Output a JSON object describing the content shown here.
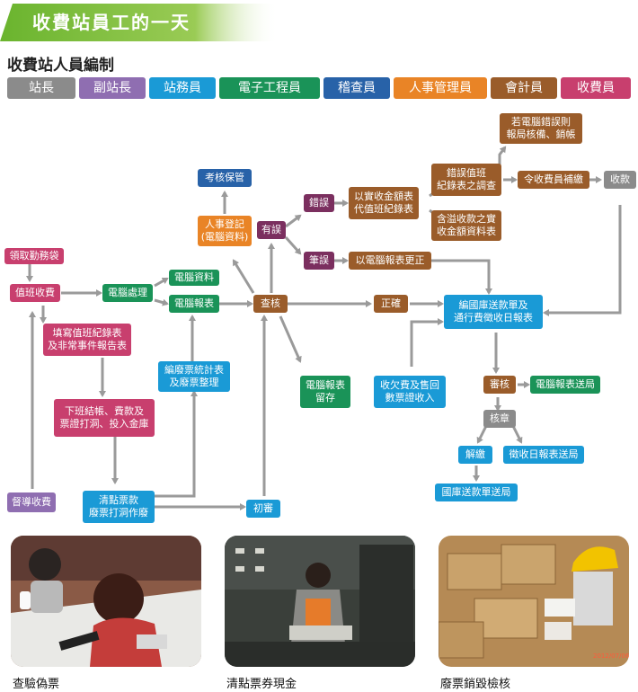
{
  "header": {
    "title": "收費站員工的一天"
  },
  "staffing": {
    "title": "收費站人員編制",
    "roles": [
      {
        "label": "站長",
        "color": "#8b8b8b"
      },
      {
        "label": "副站長",
        "color": "#8f6eb1"
      },
      {
        "label": "站務員",
        "color": "#1a9ad6"
      },
      {
        "label": "電子工程員",
        "color": "#1a9358"
      },
      {
        "label": "稽查員",
        "color": "#2862a8"
      },
      {
        "label": "人事管理員",
        "color": "#e98426"
      },
      {
        "label": "會計員",
        "color": "#9a5c2a"
      },
      {
        "label": "收費員",
        "color": "#c83f6e"
      }
    ]
  },
  "flow": {
    "collect_duty_bag": "領取勤務袋",
    "shift_collect": "值班收費",
    "fill_records": "填寫值班紀錄表\n及非常事件報告表",
    "end_shift": "下班結帳、費款及\n票證打洞、投入金庫",
    "supervise": "督導收費",
    "count_tickets": "清點票款\n廢票打洞作廢",
    "computer_process": "電腦處理",
    "computer_data": "電腦資料",
    "computer_report": "電腦報表",
    "compile_stats": "編廢票統計表\n及廢票整理",
    "first_review": "初審",
    "audit": "查核",
    "hr_register": "人事登記\n(電腦資料)",
    "review_keep": "考核保管",
    "has_error": "有誤",
    "error": "錯誤",
    "clerical_error": "筆誤",
    "replace_record": "以實收金額表\n代值班紀錄表",
    "correct_by_report": "以電腦報表更正",
    "investigate": "錯誤值班\n紀錄表之調查",
    "overage_table": "含溢收款之實\n收金額資料表",
    "computer_error": "若電腦錯誤則\n報局核備、銷帳",
    "order_makeup": "令收費員補繳",
    "collect_payment": "收款",
    "correct": "正確",
    "report_keep": "電腦報表\n留存",
    "arrears": "收欠費及售回\n數票證收入",
    "remittance": "編國庫送款單及\n通行費徵收日報表",
    "verify": "審核",
    "report_send": "電腦報表送局",
    "approve": "核章",
    "deposit": "解繳",
    "daily_send": "徵收日報表送局",
    "treasury_send": "國庫送款單送局"
  },
  "photos": [
    {
      "caption": "查驗偽票"
    },
    {
      "caption": "清點票券現金"
    },
    {
      "caption": "廢票銷毀檢核",
      "stamp": "2012/07/06"
    }
  ]
}
